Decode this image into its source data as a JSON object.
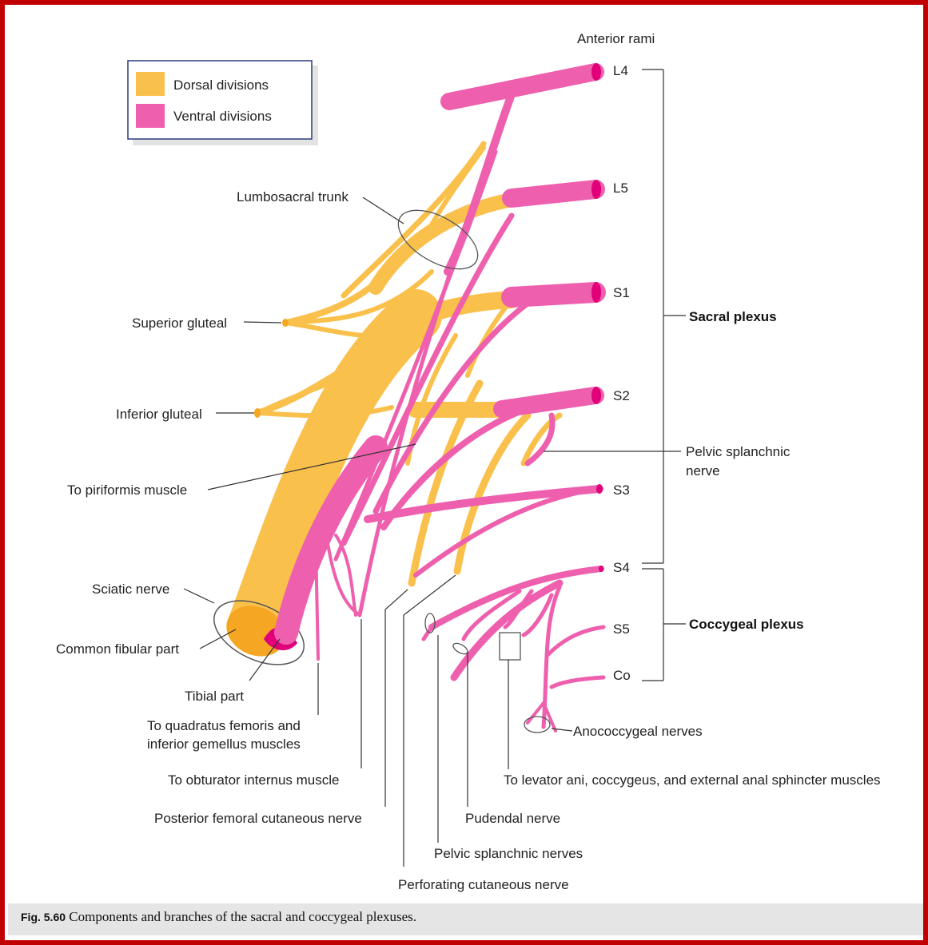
{
  "legend": {
    "items": [
      {
        "label": "Dorsal divisions",
        "color": "#fac04c"
      },
      {
        "label": "Ventral divisions",
        "color": "#ee5fae"
      }
    ]
  },
  "header": {
    "anterior_rami": "Anterior rami"
  },
  "rami": {
    "l4": "L4",
    "l5": "L5",
    "s1": "S1",
    "s2": "S2",
    "s3": "S3",
    "s4": "S4",
    "s5": "S5",
    "co": "Co"
  },
  "plexus": {
    "sacral": "Sacral plexus",
    "coccygeal": "Coccygeal plexus"
  },
  "labels": {
    "lumbosacral_trunk": "Lumbosacral trunk",
    "superior_gluteal": "Superior gluteal",
    "inferior_gluteal": "Inferior gluteal",
    "piriformis": "To piriformis muscle",
    "sciatic": "Sciatic nerve",
    "common_fibular": "Common fibular part",
    "tibial": "Tibial part",
    "quadratus_1": "To quadratus femoris and",
    "quadratus_2": "inferior gemellus muscles",
    "obturator": "To obturator internus muscle",
    "post_femoral": "Posterior femoral cutaneous nerve",
    "pudendal": "Pudendal nerve",
    "pelvic_splanchnic_nerves": "Pelvic splanchnic nerves",
    "perforating": "Perforating cutaneous nerve",
    "pelvic_splanchnic_1": "Pelvic splanchnic",
    "pelvic_splanchnic_2": "nerve",
    "levator": "To levator ani, coccygeus, and external anal sphincter muscles",
    "anococcygeal": "Anococcygeal nerves"
  },
  "caption": {
    "fig": "Fig. 5.60",
    "text": "Components and branches of the sacral and coccygeal plexuses."
  },
  "colors": {
    "frame": "#c00000",
    "dorsal": "#fac04c",
    "dorsal_dark": "#f5a623",
    "ventral": "#ee5fae",
    "ventral_dark": "#e2007a"
  }
}
